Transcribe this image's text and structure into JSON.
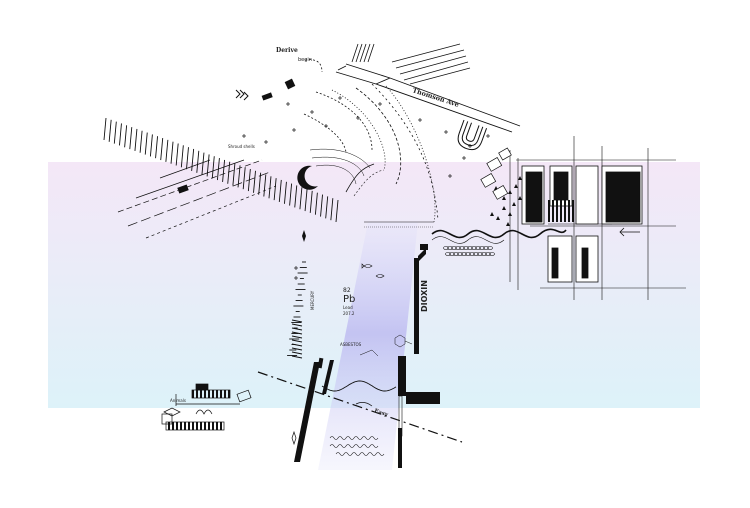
{
  "labels": {
    "derive": "Derive",
    "begin": "begin",
    "street": "Thomson Ave",
    "element_number": "82",
    "element_symbol": "Pb",
    "element_name": "Lead",
    "element_mass": "207.2",
    "asbestos": "ASBESTOS",
    "dioxin": "DIOXIN",
    "easy": "Easy",
    "bicarbonate": "Bicarbonate",
    "mercury": "MERCURY",
    "animals": "Animals",
    "shield_shell": "Shroud shells"
  },
  "colors": {
    "ink": "#111111",
    "band_top": "#f3e6f7",
    "band_bottom": "#dff1f8",
    "beam": "#b7b4ee"
  }
}
